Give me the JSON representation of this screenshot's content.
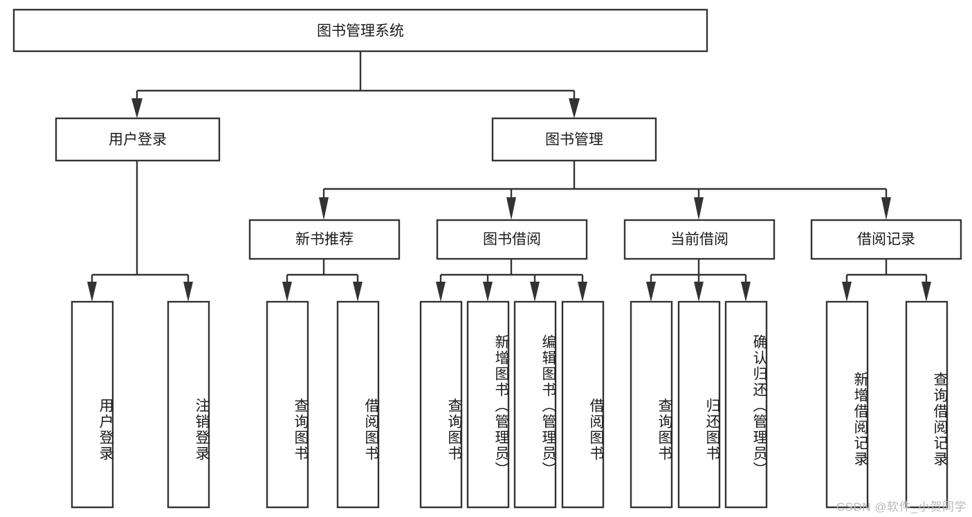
{
  "diagram": {
    "type": "tree-hierarchy",
    "title": "图书管理系统",
    "watermark": "CSDN @软件_小贺同学",
    "colors": {
      "stroke": "#333333",
      "fill": "#ffffff",
      "text": "#1a1a1a",
      "watermark": "#b9b9b9"
    },
    "levels": {
      "root": {
        "label": "图书管理系统"
      },
      "level2": [
        {
          "label": "用户登录"
        },
        {
          "label": "图书管理"
        }
      ],
      "level3": [
        {
          "label": "新书推荐"
        },
        {
          "label": "图书借阅"
        },
        {
          "label": "当前借阅"
        },
        {
          "label": "借阅记录"
        }
      ],
      "leaves": [
        {
          "label": "用户登录",
          "parent": "用户登录"
        },
        {
          "label": "注销登录",
          "parent": "用户登录"
        },
        {
          "label": "查询图书",
          "parent": "新书推荐"
        },
        {
          "label": "借阅图书",
          "parent": "新书推荐"
        },
        {
          "label": "查询图书",
          "parent": "图书借阅"
        },
        {
          "label": "新增图书（管理员）",
          "parent": "图书借阅"
        },
        {
          "label": "编辑图书（管理员）",
          "parent": "图书借阅"
        },
        {
          "label": "借阅图书",
          "parent": "图书借阅"
        },
        {
          "label": "查询图书",
          "parent": "当前借阅"
        },
        {
          "label": "归还图书",
          "parent": "当前借阅"
        },
        {
          "label": "确认归还（管理员）",
          "parent": "当前借阅"
        },
        {
          "label": "新增借阅记录",
          "parent": "借阅记录"
        },
        {
          "label": "查询借阅记录",
          "parent": "借阅记录"
        }
      ]
    }
  }
}
